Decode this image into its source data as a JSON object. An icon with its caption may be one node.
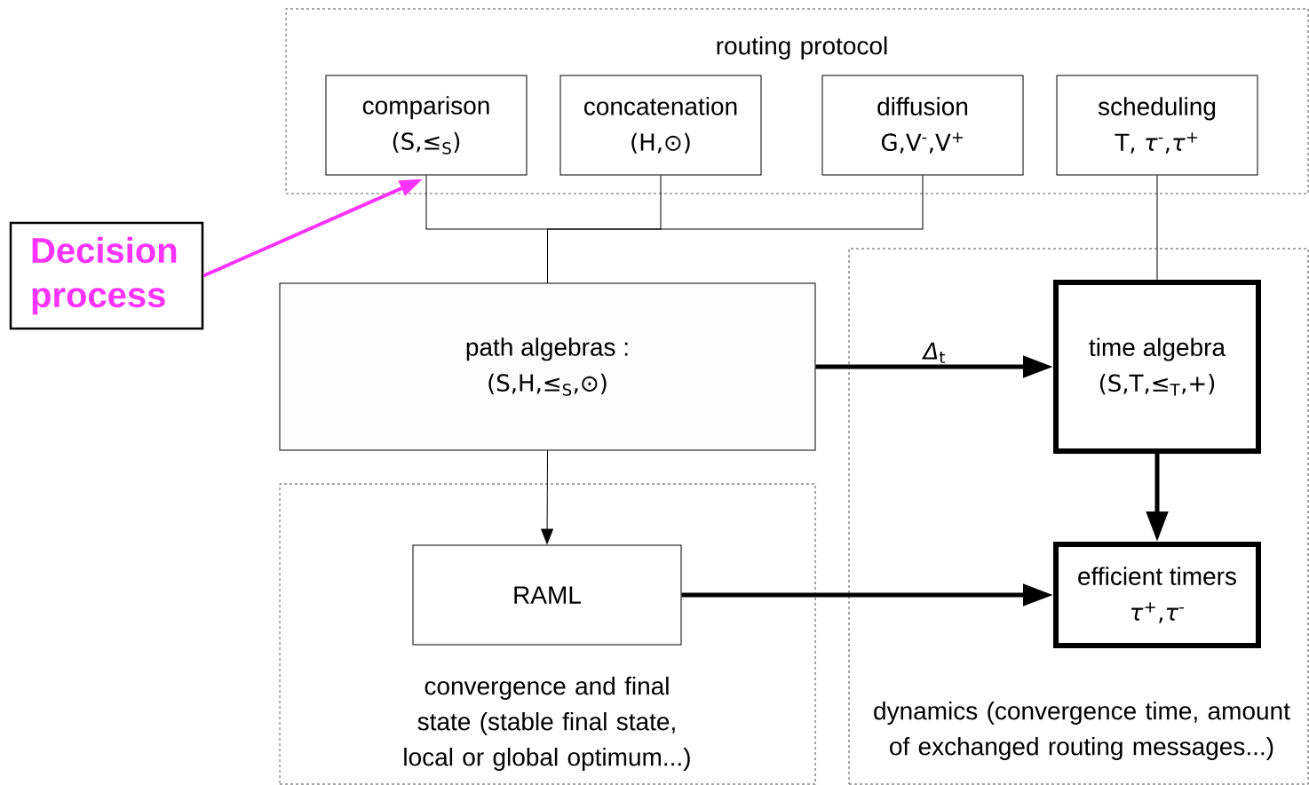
{
  "diagram": {
    "nodes": [
      {
        "text": [
          "routing protocol"
        ]
      },
      {
        "text": [
          "comparison",
          "(S,≤$_{S}$)"
        ],
        "in": 0
      },
      {
        "text": [
          "concatenation",
          "(H,⊙)"
        ],
        "in": 0
      },
      {
        "text": [
          "diffusion",
          "G,V$^{-}$,V$^{+}$"
        ],
        "in": 0
      },
      {
        "text": [
          "scheduling",
          "T, *τ*$^{-}$,*τ*$^{+}$"
        ],
        "in": 0
      },
      {
        "text": [
          "Decision process"
        ]
      },
      {
        "text": [
          "path algebras :",
          "(S,H,≤$_{S}$,⊙)"
        ]
      },
      {
        "text": [
          "convergence and final state (stable final state, local or global optimum...)"
        ]
      },
      {
        "text": [
          "RAML"
        ],
        "in": 7
      },
      {
        "text": [
          "dynamics (convergence time, amount of exchanged routing messages...)"
        ]
      },
      {
        "text": [
          "time algebra",
          "(S,T,≤$_{T}$,+)"
        ],
        "in": 9
      },
      {
        "text": [
          "efficient timers",
          "*τ*$^{+}$,*τ*$^{-}$"
        ],
        "in": 9
      }
    ],
    "edges": [
      {
        "from": 1,
        "to": 6,
        "arrow": "none"
      },
      {
        "from": 2,
        "to": 6,
        "arrow": "none"
      },
      {
        "from": 3,
        "to": 6,
        "arrow": "none"
      },
      {
        "from": 4,
        "to": 10,
        "arrow": "none"
      },
      {
        "from": 5,
        "to": 1,
        "arrow": "to",
        "style": "thick",
        "color": "#ff33ff"
      },
      {
        "from": 6,
        "to": 10,
        "arrow": "to",
        "style": "thick",
        "label": "*Δ*$_{t}$"
      },
      {
        "from": 6,
        "to": 8,
        "arrow": "to"
      },
      {
        "from": 10,
        "to": 11,
        "arrow": "to",
        "style": "thick"
      },
      {
        "from": 8,
        "to": 11,
        "arrow": "to",
        "style": "thick"
      }
    ]
  }
}
